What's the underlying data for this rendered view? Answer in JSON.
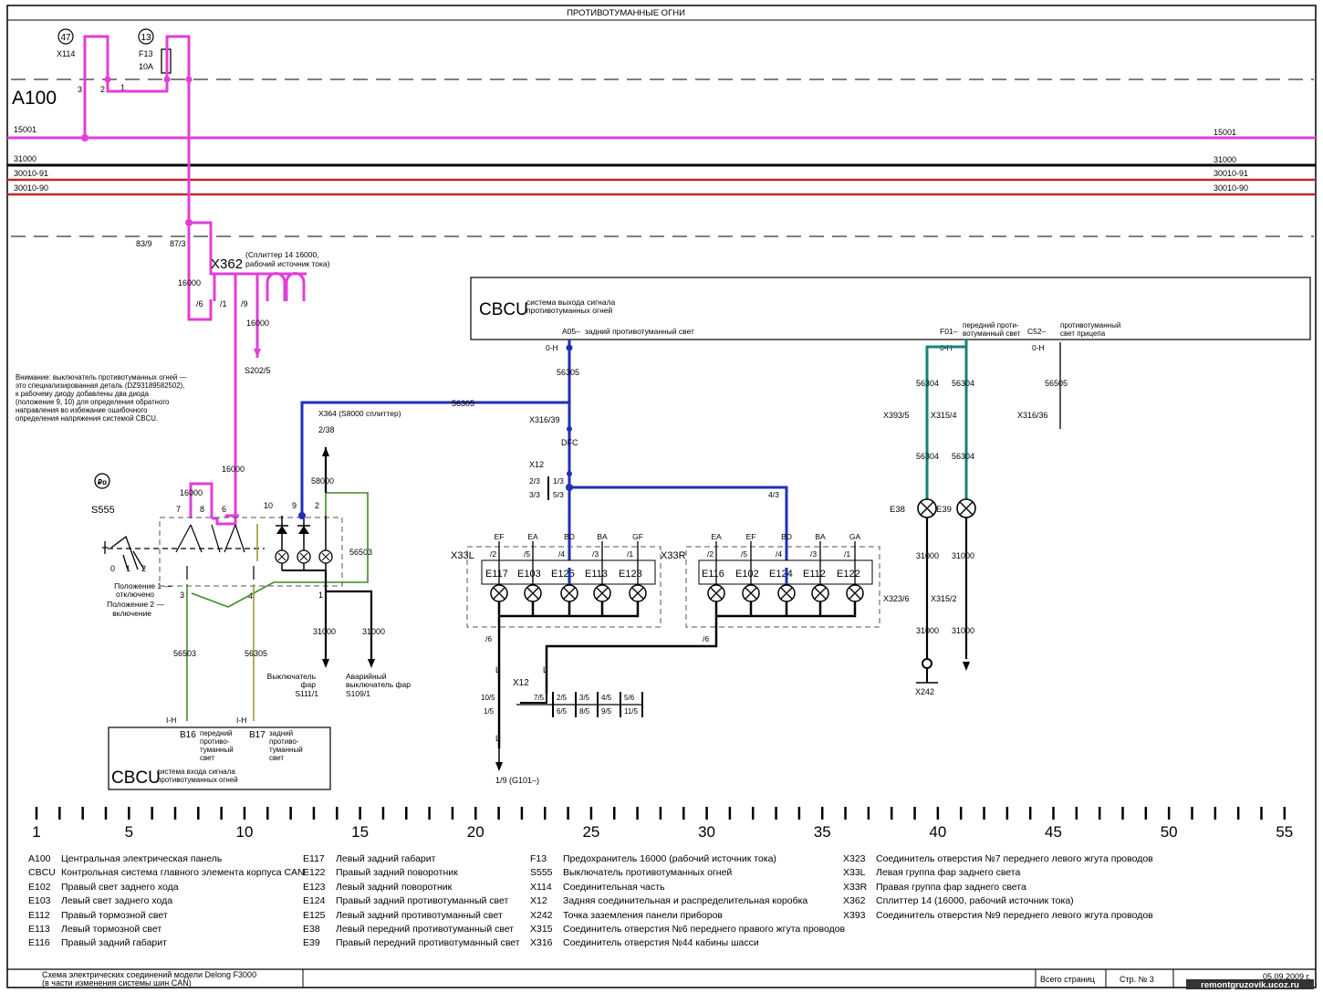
{
  "title": "ПРОТИВОТУМАННЫЕ ОГНИ",
  "panel": "A100",
  "buses": [
    {
      "label": "15001",
      "color": "#e13ed8"
    },
    {
      "label": "31000",
      "color": "#000000"
    },
    {
      "label": "30010-91",
      "color": "#c1272d"
    },
    {
      "label": "30010-90",
      "color": "#c1272d"
    }
  ],
  "colors": {
    "pink": "#e13ed8",
    "blue": "#1f2fb8",
    "teal": "#16827a",
    "green": "#3f8a2a",
    "olive": "#9c9a34",
    "black": "#000000",
    "red": "#c1272d"
  },
  "top_connectors": {
    "x114_num": "47",
    "x114": "X114",
    "f13_num": "13",
    "f13": "F13",
    "f13_rating": "10A",
    "pins": [
      "3",
      "2",
      "1"
    ]
  },
  "splitter": {
    "pins_top": [
      "83/9",
      "87/3"
    ],
    "id": "X362",
    "desc": [
      "(Сплиттер 14 16000,",
      "рабочий источник тока)"
    ],
    "wire": "16000",
    "pins": [
      "/6",
      "/1",
      "/9"
    ],
    "out_wire": "16000",
    "out_ref": "S202/5"
  },
  "note": [
    "Внимание: выключатель противотуманных огней —",
    "это специализированная деталь (DZ93189582502),",
    "к рабочему диоду добавлены два диода",
    "(положение 9, 10) для определения обратного",
    "направления во избежание ошибочного",
    "определения напряжения системой CBCU."
  ],
  "switch": {
    "id": "S555",
    "wires": [
      "16000",
      "16000",
      "58000",
      "56503"
    ],
    "pins": [
      "7",
      "8",
      "6",
      "10",
      "9",
      "2",
      "3",
      "4",
      "1"
    ],
    "positions": [
      "0",
      "1",
      "2"
    ],
    "pos1": [
      "Положение 1 —",
      "отключено"
    ],
    "pos2": [
      "Положение 2 —",
      "включение"
    ],
    "bottom_wires": [
      "56503",
      "56305",
      "31000",
      "31000"
    ],
    "refs": [
      [
        "Выключатель",
        "фар",
        "S111/1"
      ],
      [
        "Аварийный",
        "выключатель фар",
        "S109/1"
      ]
    ]
  },
  "x364": {
    "label": "X364 (S8000 сплиттер)",
    "ref": "2/38",
    "wire": "56305"
  },
  "cbcu_out": {
    "name": "CBCU",
    "desc": [
      "система выхода сигнала",
      "противотуманных огней"
    ],
    "a05": "A05–",
    "a05_desc": "задний противотуманный свет",
    "f01": "F01–",
    "f01_desc": [
      "передний проти-",
      "вотуманный свет"
    ],
    "c52": "C52–",
    "c52_desc": [
      "противотуманный",
      "свет прицепа"
    ],
    "connector": "0-H"
  },
  "rear_path": {
    "wire": "56305",
    "conn": "X316/39",
    "dfc": "DFC",
    "x12": "X12",
    "pins": [
      "2/3",
      "1/3",
      "3/3",
      "5/3",
      "4/3"
    ]
  },
  "x33l": {
    "id": "X33L",
    "codes": [
      "EF",
      "EA",
      "BD",
      "BA",
      "GF"
    ],
    "pins": [
      "/2",
      "/5",
      "/4",
      "/3",
      "/1"
    ],
    "lamps": [
      "E117",
      "E103",
      "E125",
      "E113",
      "E123"
    ],
    "pin6": "/6"
  },
  "x33r": {
    "id": "X33R",
    "codes": [
      "EA",
      "EF",
      "BD",
      "BA",
      "GA"
    ],
    "pins": [
      "/2",
      "/5",
      "/4",
      "/3",
      "/1"
    ],
    "lamps": [
      "E116",
      "E102",
      "E124",
      "E112",
      "E122"
    ],
    "pin6": "/6"
  },
  "x12_ground": {
    "id": "X12",
    "letters": [
      "L",
      "L",
      "L"
    ],
    "pins_left": [
      "10/5",
      "1/5",
      "7/5"
    ],
    "grid_top": [
      "2/5",
      "3/5",
      "4/5",
      "5/6"
    ],
    "grid_bot": [
      "6/5",
      "8/5",
      "9/5",
      "11/5"
    ],
    "ground": "1/9 (G101–)"
  },
  "front": {
    "wires": [
      "56304",
      "56304",
      "56304",
      "56304",
      "31000",
      "31000",
      "31000",
      "31000"
    ],
    "conns": [
      "X393/5",
      "X315/4",
      "X323/6",
      "X315/2"
    ],
    "lamps": [
      "E38",
      "E39"
    ],
    "ground": "X242",
    "trailer_wire": "56505",
    "trailer_conn": "X316/36"
  },
  "cbcu_in": {
    "name": "CBCU",
    "desc": [
      "система входа сигнала",
      "противотуманных огней"
    ],
    "connector": "I-H",
    "b16": "B16",
    "b16_desc": [
      "передний",
      "противо-",
      "туманный",
      "свет"
    ],
    "b17": "B17",
    "b17_desc": [
      "задний",
      "противо-",
      "туманный",
      "свет"
    ]
  },
  "ruler": [
    "1",
    "5",
    "10",
    "15",
    "20",
    "25",
    "30",
    "35",
    "40",
    "45",
    "50",
    "55"
  ],
  "legend_columns": [
    [
      [
        "A100",
        "Центральная электрическая панель"
      ],
      [
        "CBCU",
        "Контрольная система главного элемента корпуса CAN"
      ],
      [
        "E102",
        "Правый свет заднего хода"
      ],
      [
        "E103",
        "Левый свет заднего хода"
      ],
      [
        "E112",
        "Правый тормозной свет"
      ],
      [
        "E113",
        "Левый тормозной свет"
      ],
      [
        "E116",
        "Правый задний габарит"
      ]
    ],
    [
      [
        "E117",
        "Левый задний габарит"
      ],
      [
        "E122",
        "Правый задний поворотник"
      ],
      [
        "E123",
        "Левый задний поворотник"
      ],
      [
        "E124",
        "Правый задний противотуманный свет"
      ],
      [
        "E125",
        "Левый задний противотуманный свет"
      ],
      [
        "E38",
        "Левый передний противотуманный свет"
      ],
      [
        "E39",
        "Правый передний противотуманный свет"
      ]
    ],
    [
      [
        "F13",
        "Предохранитель 16000 (рабочий источник тока)"
      ],
      [
        "S555",
        "Выключатель противотуманных огней"
      ],
      [
        "X114",
        "Соединительная часть"
      ],
      [
        "X12",
        "Задняя соединительная и распределительная коробка"
      ],
      [
        "X242",
        "Точка заземления панели приборов"
      ],
      [
        "X315",
        "Соединитель отверстия №6 переднего правого жгута проводов"
      ],
      [
        "X316",
        "Соединитель отверстия №44 кабины шасси"
      ]
    ],
    [
      [
        "X323",
        "Соединитель отверстия №7 переднего левого жгута проводов"
      ],
      [
        "X33L",
        "Левая группа фар заднего света"
      ],
      [
        "X33R",
        "Правая группа фар заднего света"
      ],
      [
        "X362",
        "Сплиттер 14 (16000, рабочий источник тока)"
      ],
      [
        "X393",
        "Соединитель отверстия №9 переднего левого жгута проводов"
      ]
    ]
  ],
  "footer": {
    "model": [
      "Схема электрических соединений модели Delong F3000",
      "(в части изменения системы шин CAN)"
    ],
    "total_pages": "Всего страниц",
    "page": "Стр. № 3",
    "date": "05.09.2009 г.",
    "watermark": "remontgruzovik.ucoz.ru"
  }
}
